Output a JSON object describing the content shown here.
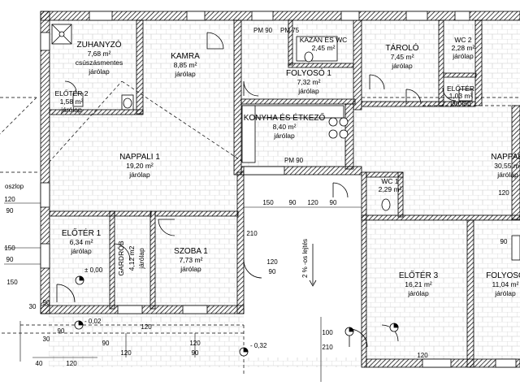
{
  "rooms": [
    {
      "name": "ZUHANYZÓ",
      "area": "7,68 m²",
      "floor_line1": "csúszásmentes",
      "floor_line2": "járólap"
    },
    {
      "name": "KAMRA",
      "area": "8,85 m²",
      "floor": "járólap"
    },
    {
      "name": "KAZÁN ÉS WC",
      "area": "2,45 m²"
    },
    {
      "name": "FOLYOSÓ 1",
      "area": "7,32 m²",
      "floor": "járólap"
    },
    {
      "name": "TÁROLÓ",
      "area": "7,45 m²",
      "floor": "járólap"
    },
    {
      "name": "WC 2",
      "area": "2,28 m²",
      "floor": "járólap"
    },
    {
      "name": "ELŐTÉR",
      "area": "1,03 m²",
      "floor": "járólap"
    },
    {
      "name": "ELŐTÉR 2",
      "area": "1,58 m²",
      "floor": "járólap"
    },
    {
      "name": "KONYHA ÉS ÉTKEZŐ",
      "area": "8,40 m²",
      "floor": "járólap"
    },
    {
      "name": "NAPPALI 1",
      "area": "19,20 m²",
      "floor": "járólap"
    },
    {
      "name": "NAPPALI",
      "area": "30,55 m²",
      "floor": "járólap"
    },
    {
      "name": "WC 1",
      "area": "2,29 m²"
    },
    {
      "name": "ELŐTÉR 1",
      "area": "6,34 m²",
      "floor": "járólap"
    },
    {
      "name": "GARDRÓB",
      "area": "4,12 m2",
      "floor": "járólap"
    },
    {
      "name": "SZOBA 1",
      "area": "7,73 m²",
      "floor": "járólap"
    },
    {
      "name": "ELŐTÉR 3",
      "area": "16,21 m²",
      "floor": "járólap"
    },
    {
      "name": "FOLYOSÓ",
      "area": "11,04 m²",
      "floor": "járólap"
    }
  ],
  "labels": {
    "oszlop": "oszlop",
    "slope": "2 % -os lejtés",
    "pm90": "PM 90",
    "pm75": "PM 75",
    "pm90b": "PM 90",
    "m010": "± 0,00",
    "m002": "- 0,02",
    "m032": "- 0,32"
  },
  "dimensions": [
    "120",
    "90",
    "150",
    "90",
    "150",
    "90",
    "120",
    "90",
    "120",
    "90",
    "120",
    "90",
    "120",
    "90",
    "120",
    "90",
    "120",
    "90",
    "100",
    "210",
    "40",
    "120",
    "150",
    "30",
    "90",
    "120",
    "30",
    "210"
  ]
}
